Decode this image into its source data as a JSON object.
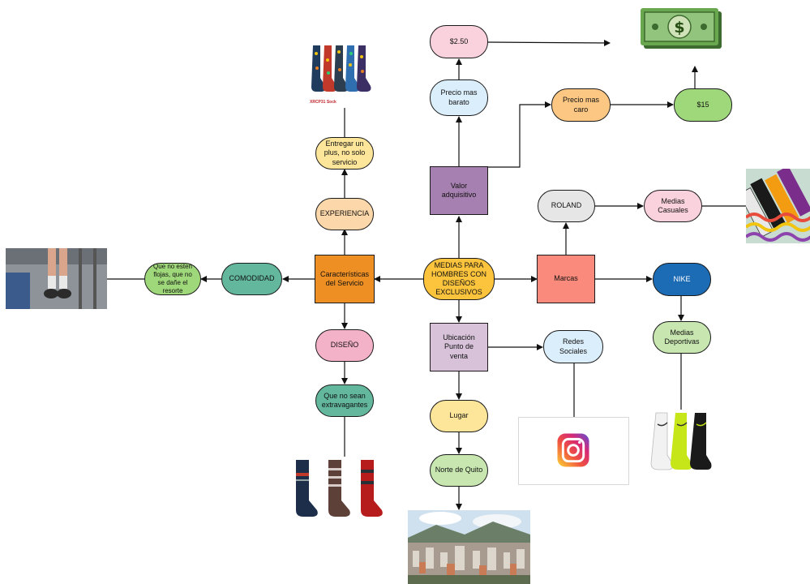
{
  "nodes": {
    "center": "MEDIAS PARA HOMBRES CON DISEÑOS EXCLUSIVOS",
    "valor": "Valor adquisitivo",
    "precio_barato": "Precio mas barato",
    "price_low": "$2.50",
    "precio_caro": "Precio mas caro",
    "price_high": "$15",
    "servicio": "Características del Servicio",
    "experiencia": "EXPERIENCIA",
    "plus": "Entregar un plus, no solo servicio",
    "comodidad": "COMODIDAD",
    "flojas": "Que no esten flojas, que no se dañe el resorte",
    "diseno": "DISEÑO",
    "extravagantes": "Que no sean extravagantes",
    "ubicacion": "Ubicación Punto de venta",
    "lugar": "Lugar",
    "norte": "Norte de Quito",
    "redes": "Redes Sociales",
    "marcas": "Marcas",
    "roland": "ROLAND",
    "casuales": "Medias Casuales",
    "nike": "NIKE",
    "deportivas": "Medias Deportivas"
  },
  "images": {
    "money": "money-bill-icon",
    "socks_colorful_caption": "XRCP31 Sock",
    "socks_colorful": "patterned-socks-photo",
    "casual_socks": "casual-socks-photo",
    "legs": "legs-socks-photo",
    "design_socks": "design-socks-photo",
    "city": "quito-city-photo",
    "instagram": "instagram-icon",
    "nike_socks": "nike-socks-photo"
  },
  "colors": {
    "center": "#fcc43c",
    "valor": "#a680b0",
    "pink": "#fad2de",
    "light_blue": "#dbeefb",
    "orange_light": "#fbc783",
    "green": "#9fd87a",
    "orange_dark": "#ee8f24",
    "peach": "#fbd7a9",
    "yellow": "#fde69a",
    "teal": "#62b79d",
    "pink_mid": "#f4b2c9",
    "lilac": "#d7c2d9",
    "green_light": "#c8e7b0",
    "salmon": "#fa8a7c",
    "gray": "#e6e6e6",
    "blue": "#1c6bb5"
  }
}
